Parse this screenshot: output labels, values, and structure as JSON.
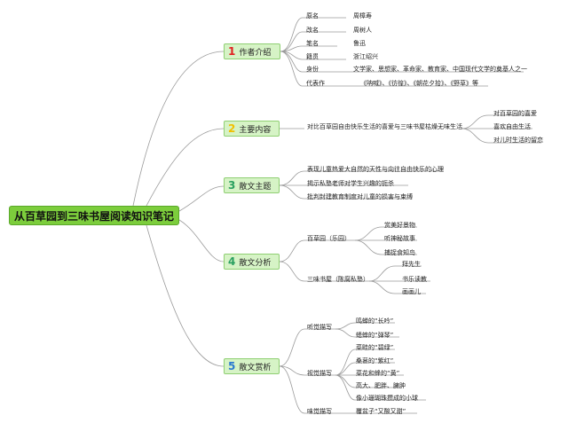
{
  "root": {
    "title": "从百草园到三味书屋阅读知识笔记"
  },
  "colors": {
    "root": "#7ccd3c",
    "node": "#d6f3c6",
    "line": "#9a9a9a",
    "num1": "#e02020",
    "num2": "#f0c000",
    "num3": "#2aa060",
    "num4": "#2aa060",
    "num5": "#2a7ad0"
  },
  "branches": [
    {
      "num": "1",
      "label": "作者介绍",
      "items": [
        {
          "key": "原名",
          "value": "周樟寿"
        },
        {
          "key": "改名",
          "value": "周树人"
        },
        {
          "key": "笔名",
          "value": "鲁迅"
        },
        {
          "key": "籍贯",
          "value": "浙江绍兴"
        },
        {
          "key": "身份",
          "value": "文学家、思想家、革命家、教育家、中国现代文学的奠基人之一"
        },
        {
          "key": "代表作",
          "value": "《呐喊》、《彷徨》、《朝花夕拾》、《野草》等"
        }
      ]
    },
    {
      "num": "2",
      "label": "主要内容",
      "summary": "对比百草园自由快乐生活的喜爱与三味书屋枯燥无味生活",
      "items": [
        "对百草园的喜爱",
        "喜欢自由生活",
        "对儿时生活的留恋"
      ]
    },
    {
      "num": "3",
      "label": "散文主题",
      "items": [
        "表现儿童热爱大自然的天性与向往自由快乐的心理",
        "揭示私塾老师对学生兴趣的扼杀",
        "批判封建教育制度对儿童的损害与束缚"
      ]
    },
    {
      "num": "4",
      "label": "散文分析",
      "groups": [
        {
          "label": "百草园（乐园）",
          "items": [
            "赏美好景物",
            "听神秘故事",
            "捕捉食知鸟"
          ]
        },
        {
          "label": "三味书屋（陈腐私塾）",
          "items": [
            "拜先生",
            "书乐读教",
            "画画儿"
          ]
        }
      ]
    },
    {
      "num": "5",
      "label": "散文赏析",
      "groups": [
        {
          "label": "听觉描写",
          "items": [
            "鸣蝉的“长吟”",
            "蟋蟀的“弹琴”"
          ]
        },
        {
          "label": "视觉描写",
          "items": [
            "菜畦的“碧绿”",
            "桑葚的“紫红”",
            "菜花和蜂的“黄”",
            "高大、肥胖、臃肿",
            "像小珊瑚珠攒成的小球"
          ]
        },
        {
          "label": "味觉描写",
          "items": [
            "覆盆子“又酸又甜”"
          ]
        }
      ]
    }
  ]
}
